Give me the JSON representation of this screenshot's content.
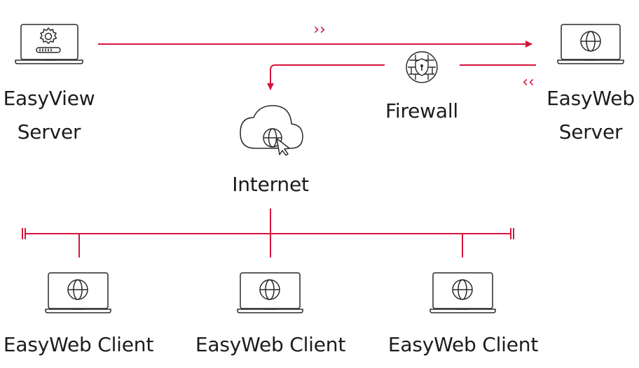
{
  "colors": {
    "accent": "#d6143c",
    "icon_stroke": "#2a2a2a",
    "text": "#1c1c1c",
    "background": "#ffffff"
  },
  "nodes": {
    "easyview_server": {
      "line1": "EasyView",
      "line2": "Server",
      "icon": "laptop-gear-icon"
    },
    "easyweb_server": {
      "line1": "EasyWeb",
      "line2": "Server",
      "icon": "laptop-globe-icon"
    },
    "firewall": {
      "label": "Firewall",
      "icon": "firewall-shield-icon"
    },
    "internet": {
      "label": "Internet",
      "icon": "cloud-globe-cursor-icon"
    },
    "clients": [
      {
        "label": "EasyWeb Client",
        "icon": "laptop-globe-icon"
      },
      {
        "label": "EasyWeb Client",
        "icon": "laptop-globe-icon"
      },
      {
        "label": "EasyWeb Client",
        "icon": "laptop-globe-icon"
      }
    ]
  },
  "flows": {
    "forward_marker": "››",
    "return_marker": "‹‹"
  }
}
